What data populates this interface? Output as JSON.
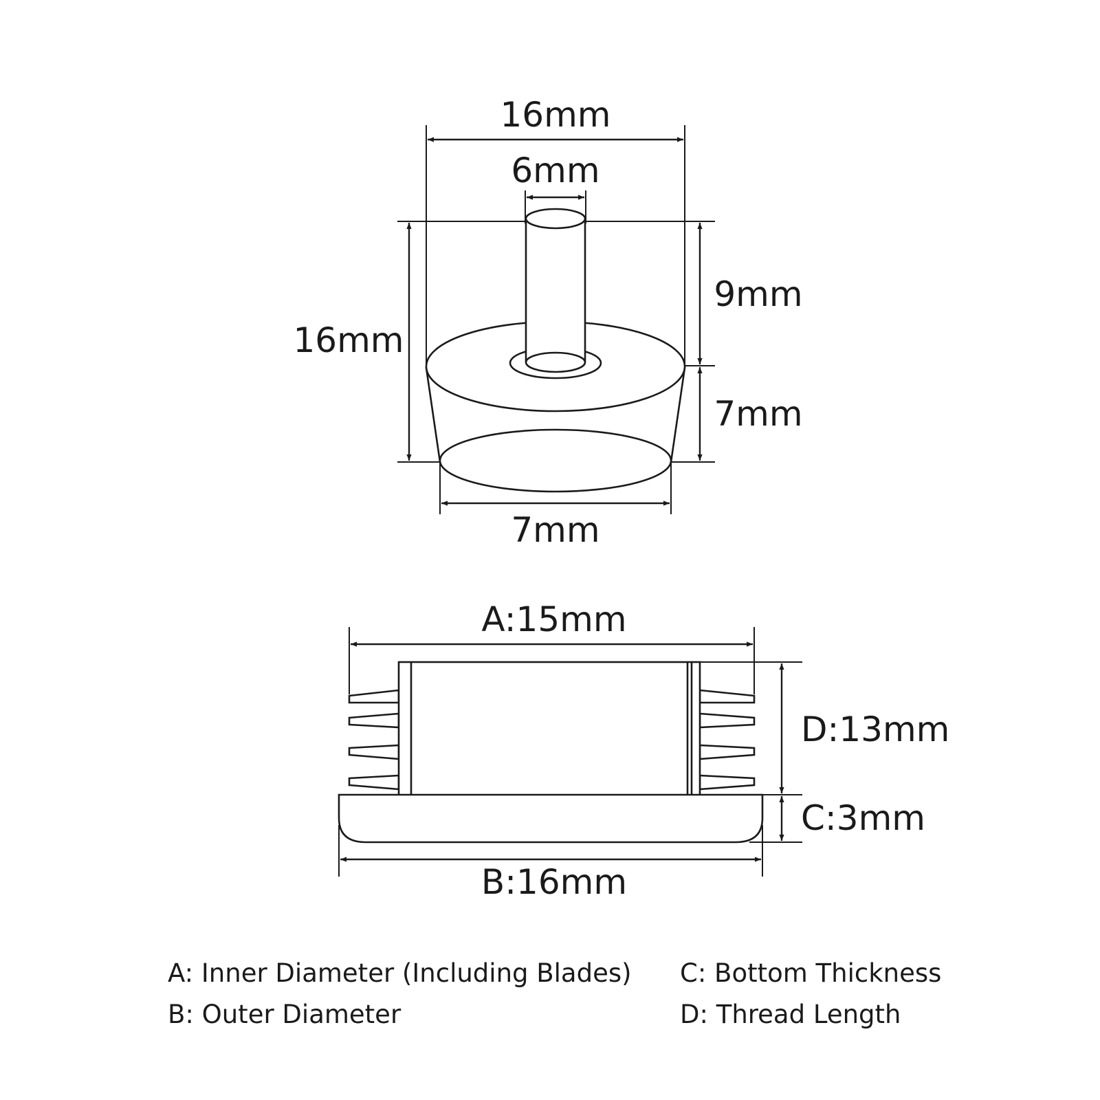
{
  "top_view": {
    "overall_width": "16mm",
    "stem_diameter": "6mm",
    "overall_height": "16mm",
    "stem_length": "9mm",
    "base_height": "7mm",
    "bottom_diameter": "7mm"
  },
  "side_view": {
    "inner_diameter": "A:15mm",
    "thread_length": "D:13mm",
    "bottom_thickness": "C:3mm",
    "outer_diameter": "B:16mm"
  },
  "legend": {
    "a": "A: Inner Diameter (Including Blades)",
    "b": "B: Outer Diameter",
    "c": "C: Bottom Thickness",
    "d": "D: Thread Length"
  }
}
